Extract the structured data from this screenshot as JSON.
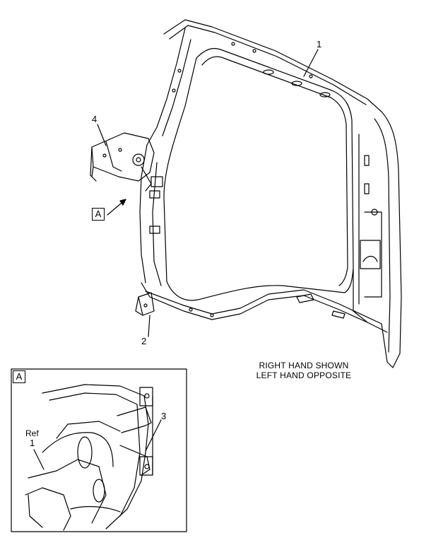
{
  "callouts": {
    "part_1": "1",
    "part_2": "2",
    "part_3": "3",
    "part_4": "4",
    "ref_label": "Ref",
    "ref_part": "1"
  },
  "view_label": "A",
  "inset_view_label": "A",
  "note": {
    "line1": "RIGHT HAND SHOWN",
    "line2": "LEFT HAND OPPOSITE"
  }
}
